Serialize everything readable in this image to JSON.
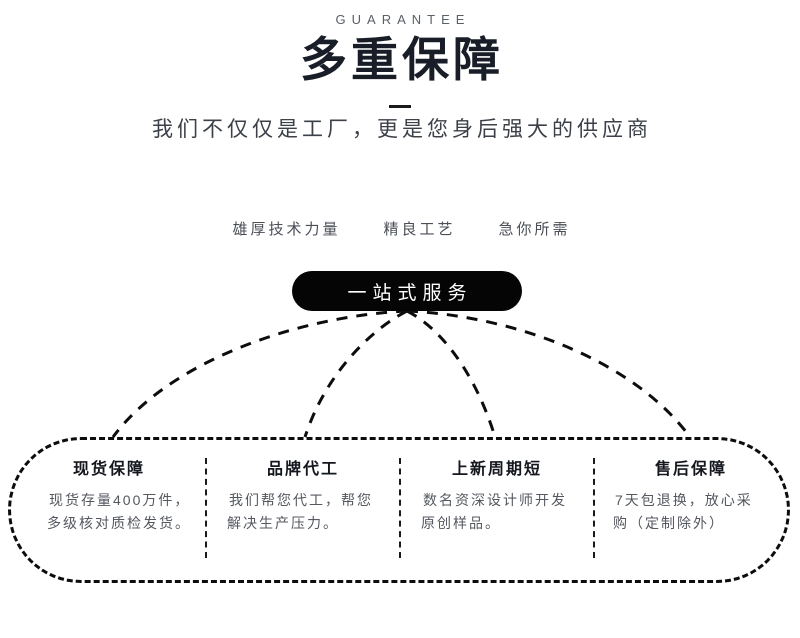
{
  "header": {
    "eyebrow": "GUARANTEE",
    "title": "多重保障",
    "subtitle": "我们不仅仅是工厂，更是您身后强大的供应商"
  },
  "keywords": [
    {
      "label": "雄厚技术力量"
    },
    {
      "label": "精良工艺"
    },
    {
      "label": "急你所需"
    }
  ],
  "hub": {
    "label": "一站式服务"
  },
  "columns": [
    {
      "title": "现货保障",
      "body": "现货存量400万件，多级核对质检发货。"
    },
    {
      "title": "品牌代工",
      "body": "我们帮您代工，帮您解决生产压力。"
    },
    {
      "title": "上新周期短",
      "body": "数名资深设计师开发原创样品。"
    },
    {
      "title": "售后保障",
      "body": "7天包退换，放心采购（定制除外）"
    }
  ],
  "colors": {
    "background": "#ffffff",
    "title_color": "#191d28",
    "body_color": "#54585f",
    "hub_background": "#050505",
    "hub_text": "#ffffff",
    "line_color": "#0d0d0d"
  }
}
